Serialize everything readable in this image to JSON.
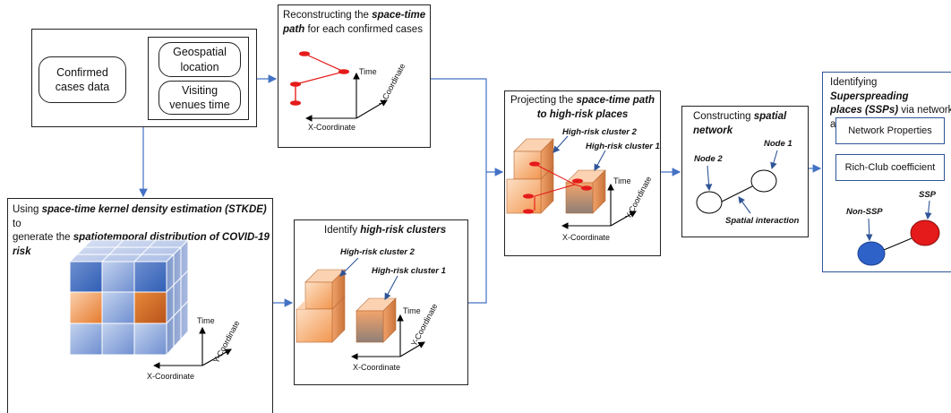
{
  "input": {
    "confirmed_cases": "Confirmed cases data",
    "geospatial_location": "Geospatial location",
    "visiting_venues_time": "Visiting venues time"
  },
  "reconstruct": {
    "title_pre": "Reconstructing the ",
    "title_em": "space-time path",
    "title_post": " for each confirmed cases",
    "time": "Time",
    "x": "X-Coordinate",
    "y": "Y-Coordinate"
  },
  "stkde": {
    "line1_pre": "Using ",
    "line1_em": "space-time kernel density estimation (STKDE)",
    "line1_post": " to",
    "line2_pre": "generate the ",
    "line2_em": "spatiotemporal distribution of COVID-19 risk",
    "time": "Time",
    "x": "X-Coordinate",
    "y": "Y-Coordinate"
  },
  "clusters": {
    "title_pre": "Identify ",
    "title_em": "high-risk clusters",
    "cluster2": "High-risk cluster 2",
    "cluster1": "High-risk cluster 1",
    "time": "Time",
    "x": "X-Coordinate",
    "y": "Y-Coordinate"
  },
  "projecting": {
    "line1_pre": "Projecting the ",
    "line1_em": "space-time path",
    "line2_em": "to high-risk places",
    "cluster2": "High-risk cluster 2",
    "cluster1": "High-risk cluster 1",
    "time": "Time",
    "x": "X-Coordinate",
    "y": "Y-Coordinate"
  },
  "network": {
    "line1_pre": "Constructing ",
    "line1_em": "spatial",
    "line2_em": "network",
    "node1": "Node 1",
    "node2": "Node 2",
    "interaction": "Spatial interaction"
  },
  "ssp": {
    "line1_pre": "Identifying ",
    "line1_em": "Superspreading",
    "line2_em": "places (SSPs)",
    "line2_post": " via network",
    "line3": "analysis",
    "network_properties": "Network Properties",
    "rich_club": "Rich-Club coefficient",
    "non_ssp": "Non-SSP",
    "ssp_label": "SSP"
  },
  "colors": {
    "arrow": "#4472c4",
    "orange": "#f4a46a",
    "blue_cube": "#8fa9dc",
    "node_red": "#e51a1a",
    "node_blue": "#2e62c9"
  }
}
